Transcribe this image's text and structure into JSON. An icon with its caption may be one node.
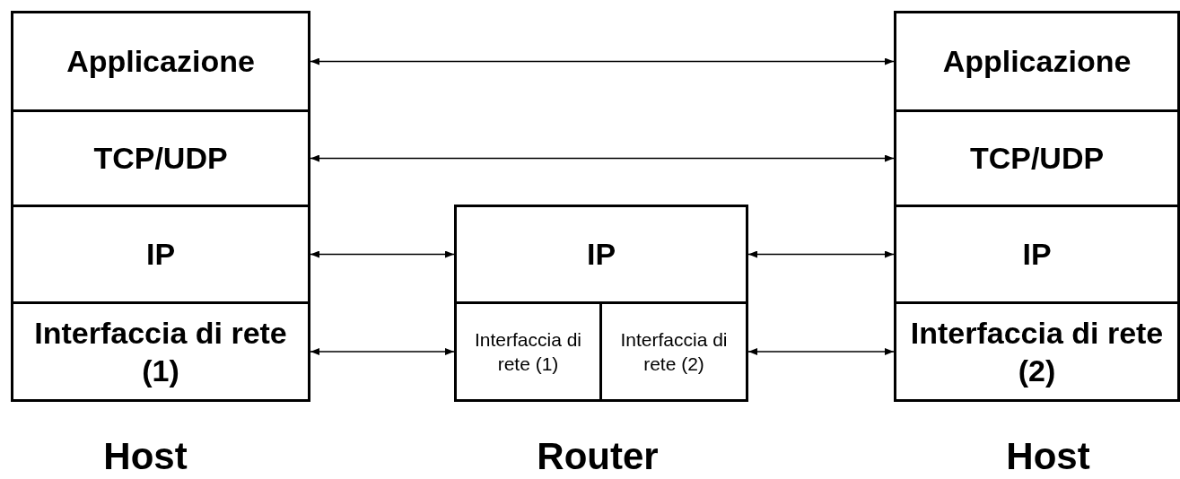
{
  "diagram": {
    "nodes": [
      {
        "text": [
          "Applicazione"
        ]
      },
      {
        "text": [
          "TCP/UDP"
        ]
      },
      {
        "text": [
          "IP"
        ]
      },
      {
        "text": [
          "Interfaccia di rete (1)"
        ]
      },
      {
        "text": [
          "IP"
        ]
      },
      {
        "text": [
          "Interfaccia di rete (1)"
        ]
      },
      {
        "text": [
          "Interfaccia di rete (2)"
        ]
      },
      {
        "text": [
          "Applicazione"
        ]
      },
      {
        "text": [
          "TCP/UDP"
        ]
      },
      {
        "text": [
          "IP"
        ]
      },
      {
        "text": [
          "Interfaccia di rete (2)"
        ]
      }
    ],
    "edges": [
      {
        "from": 0,
        "to": 7,
        "arrow": "both"
      },
      {
        "from": 1,
        "to": 8,
        "arrow": "both"
      },
      {
        "from": 2,
        "to": 4,
        "arrow": "both"
      },
      {
        "from": 4,
        "to": 9,
        "arrow": "both"
      },
      {
        "from": 3,
        "to": 5,
        "arrow": "both"
      },
      {
        "from": 6,
        "to": 10,
        "arrow": "both"
      }
    ],
    "labels": [
      "Host",
      "Router",
      "Host"
    ]
  }
}
